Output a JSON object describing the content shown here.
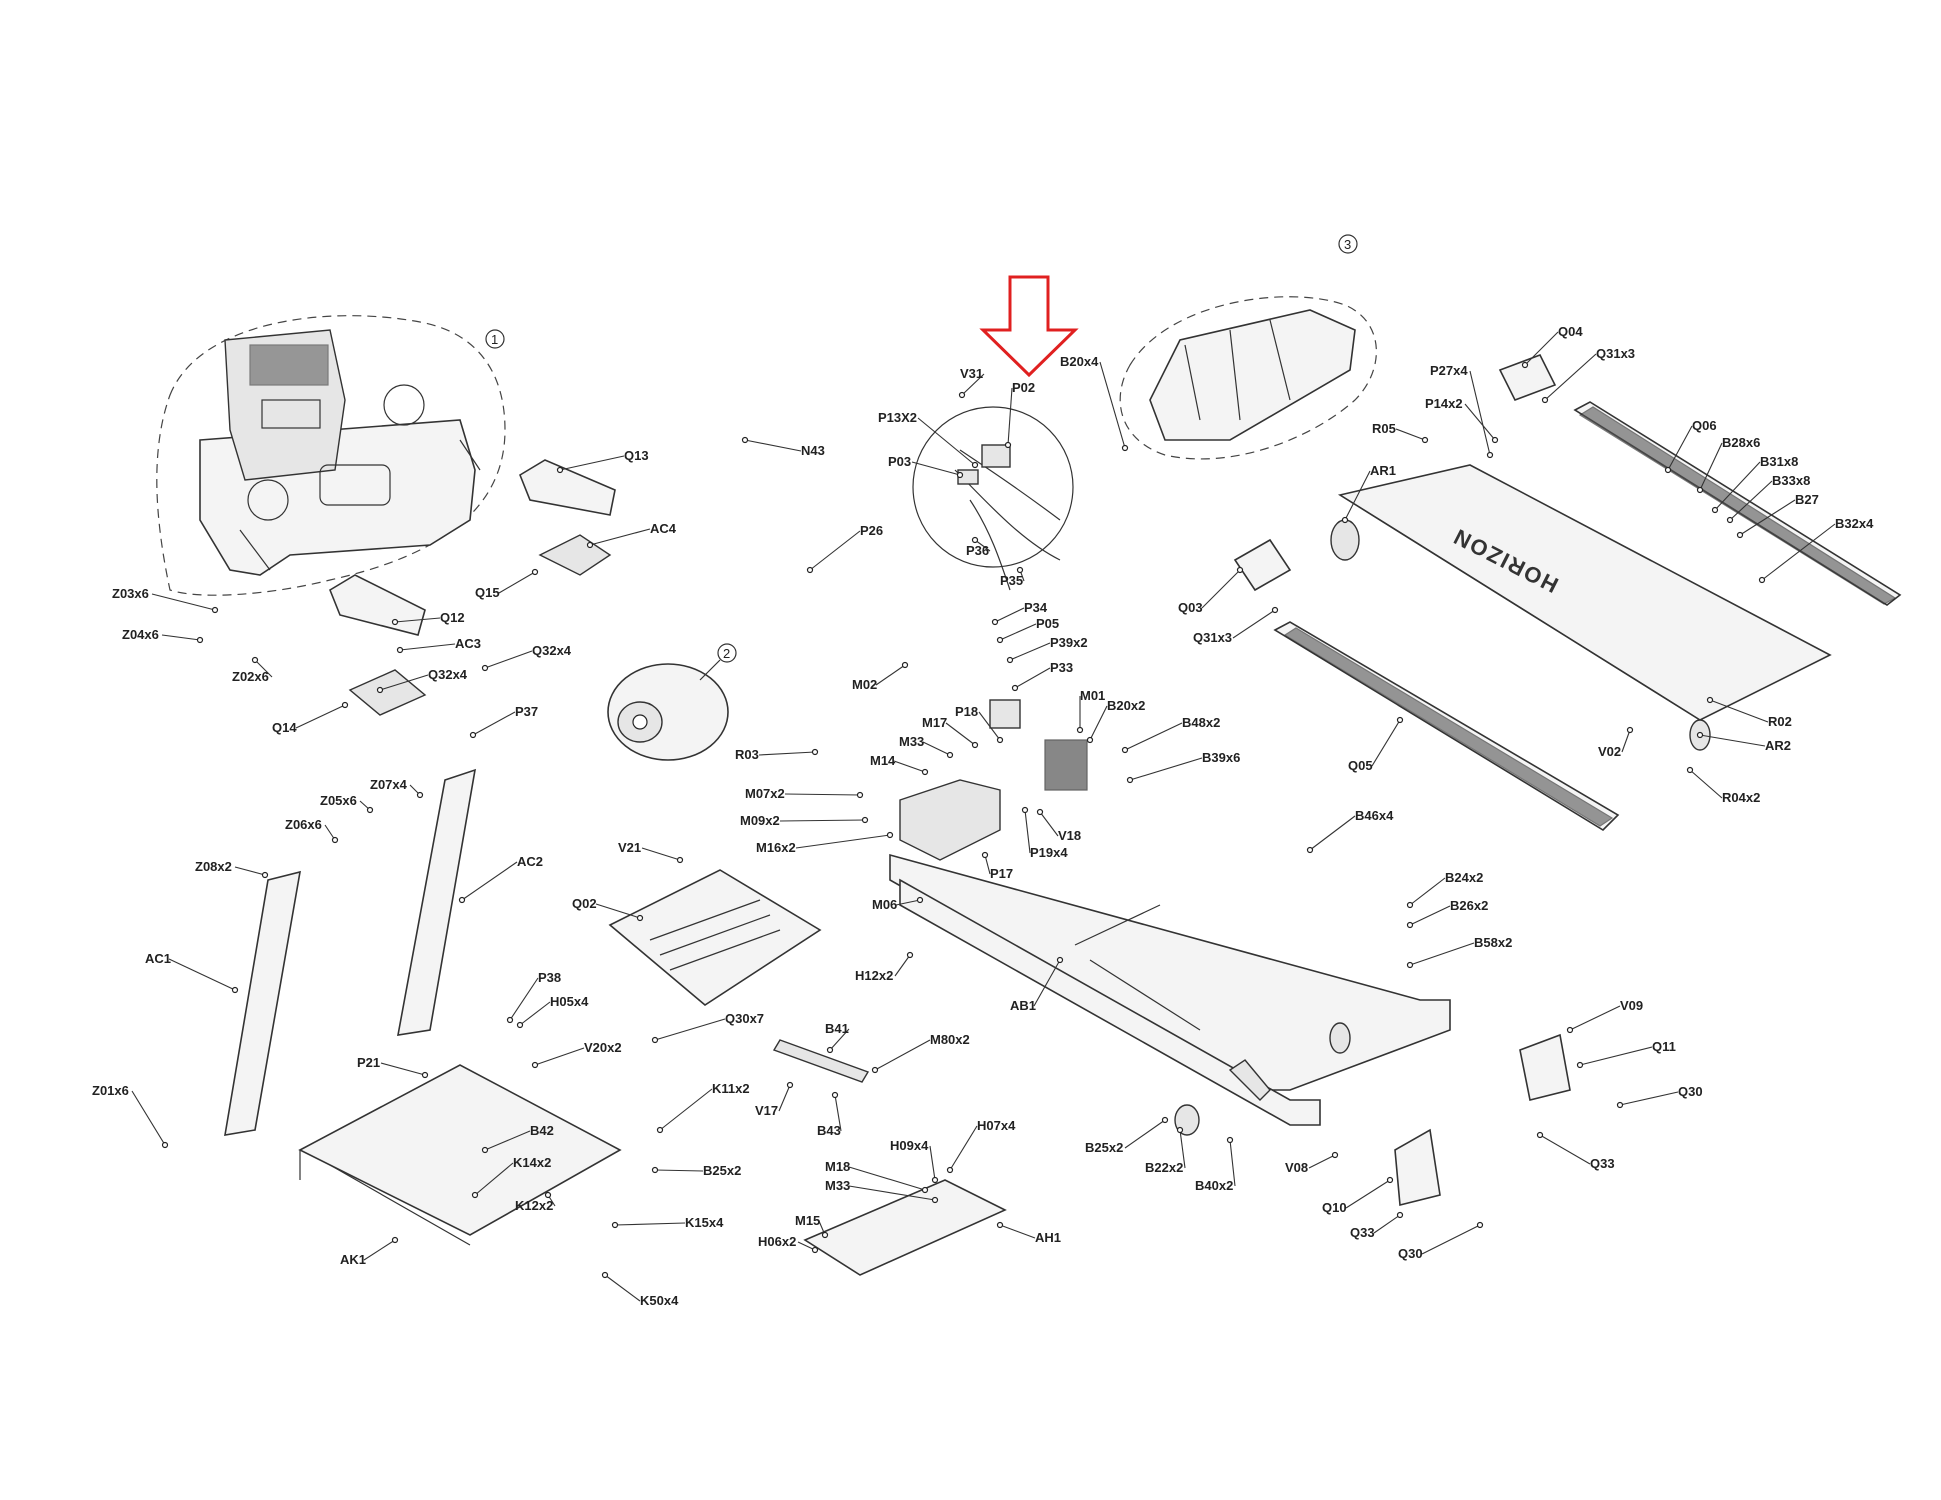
{
  "brand_text": "HORIZON",
  "groups": [
    {
      "id": "group-1",
      "label": "1"
    },
    {
      "id": "group-2",
      "label": "2"
    },
    {
      "id": "group-3",
      "label": "3"
    }
  ],
  "callouts": [
    "V31",
    "P02",
    "B20x4",
    "P13X2",
    "P03",
    "N43",
    "Q13",
    "AC4",
    "P26",
    "P36",
    "P35",
    "Z03x6",
    "Z04x6",
    "Z02x6",
    "Q15",
    "Q12",
    "AC3",
    "Q32x4",
    "Q32x4",
    "Q14",
    "P34",
    "P05",
    "P39x2",
    "M02",
    "P33",
    "M01",
    "B20x2",
    "P18",
    "M17",
    "M33",
    "R03",
    "M14",
    "B48x2",
    "B39x6",
    "M07x2",
    "M09x2",
    "M16x2",
    "V18",
    "P19x4",
    "P17",
    "M06",
    "H12x2",
    "P37",
    "Z07x4",
    "Z05x6",
    "Z06x6",
    "Z08x2",
    "V21",
    "AC2",
    "Q02",
    "AC1",
    "Q04",
    "P27x4",
    "Q31x3",
    "P14x2",
    "R05",
    "Q06",
    "B28x6",
    "B31x8",
    "B33x8",
    "B27",
    "AR1",
    "B32x4",
    "Q03",
    "Q31x3",
    "R02",
    "AR2",
    "V02",
    "Q05",
    "R04x2",
    "B46x4",
    "B24x2",
    "B26x2",
    "B58x2",
    "AB1",
    "V09",
    "Q11",
    "Q30",
    "Q33",
    "P38",
    "H05x4",
    "Q30x7",
    "P21",
    "V20x2",
    "B41",
    "M80x2",
    "V17",
    "B43",
    "K11x2",
    "Z01x6",
    "B42",
    "K14x2",
    "B25x2",
    "K12x2",
    "K15x4",
    "AK1",
    "K50x4",
    "H09x4",
    "H07x4",
    "M18",
    "M33",
    "M15",
    "H06x2",
    "AH1",
    "B25x2",
    "B22x2",
    "B40x2",
    "V08",
    "Q10",
    "Q33",
    "Q30"
  ]
}
